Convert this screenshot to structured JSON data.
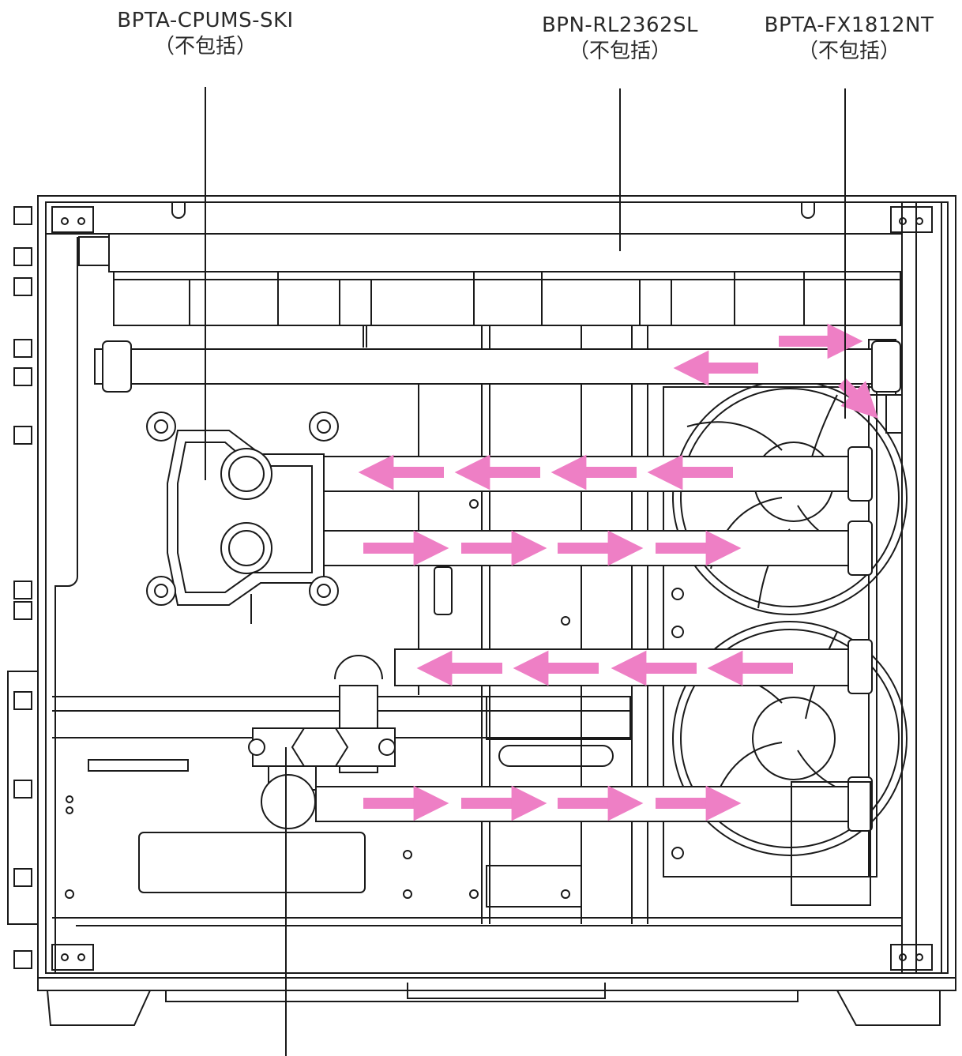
{
  "labels": {
    "cpu_block": {
      "part": "BPTA-CPUMS-SKI",
      "note": "（不包括）"
    },
    "radiator": {
      "part": "BPN-RL2362SL",
      "note": "（不包括）"
    },
    "fan": {
      "part": "BPTA-FX1812NT",
      "note": "（不包括）"
    }
  },
  "colors": {
    "arrow": "#ee7fc5",
    "line": "#1a1a1a",
    "part_fill": "#ffffff"
  }
}
